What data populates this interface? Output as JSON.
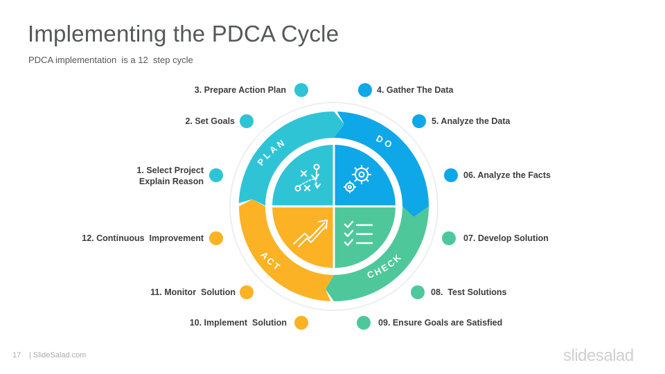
{
  "header": {
    "title": "Implementing the PDCA Cycle",
    "subtitle": "PDCA implementation  is a 12  step cycle"
  },
  "colors": {
    "plan": "#2ec4d6",
    "do": "#0ea7e8",
    "check": "#4ec89a",
    "act": "#fbb224"
  },
  "cycle": {
    "plan_label": "PLAN",
    "do_label": "DO",
    "check_label": "CHECK",
    "act_label": "ACT",
    "plan_icon": "strategy-icon",
    "do_icon": "gears-icon",
    "check_icon": "checklist-icon",
    "act_icon": "growth-arrow-icon"
  },
  "steps": {
    "s1": "1. Select Project\nExplain Reason",
    "s2": "2. Set Goals",
    "s3": "3. Prepare Action Plan",
    "s4": "4. Gather The Data",
    "s5": "5. Analyze the Data",
    "s6": "06. Analyze the Facts",
    "s7": "07. Develop Solution",
    "s8": "08.  Test Solutions",
    "s9": "09. Ensure Goals are Satisfied",
    "s10": "10. Implement  Solution",
    "s11": "11. Monitor  Solution",
    "s12": "12. Continuous  Improvement"
  },
  "footer": {
    "page_number": "17",
    "site": "| SlideSalad.com",
    "brand": "slidesalad"
  }
}
